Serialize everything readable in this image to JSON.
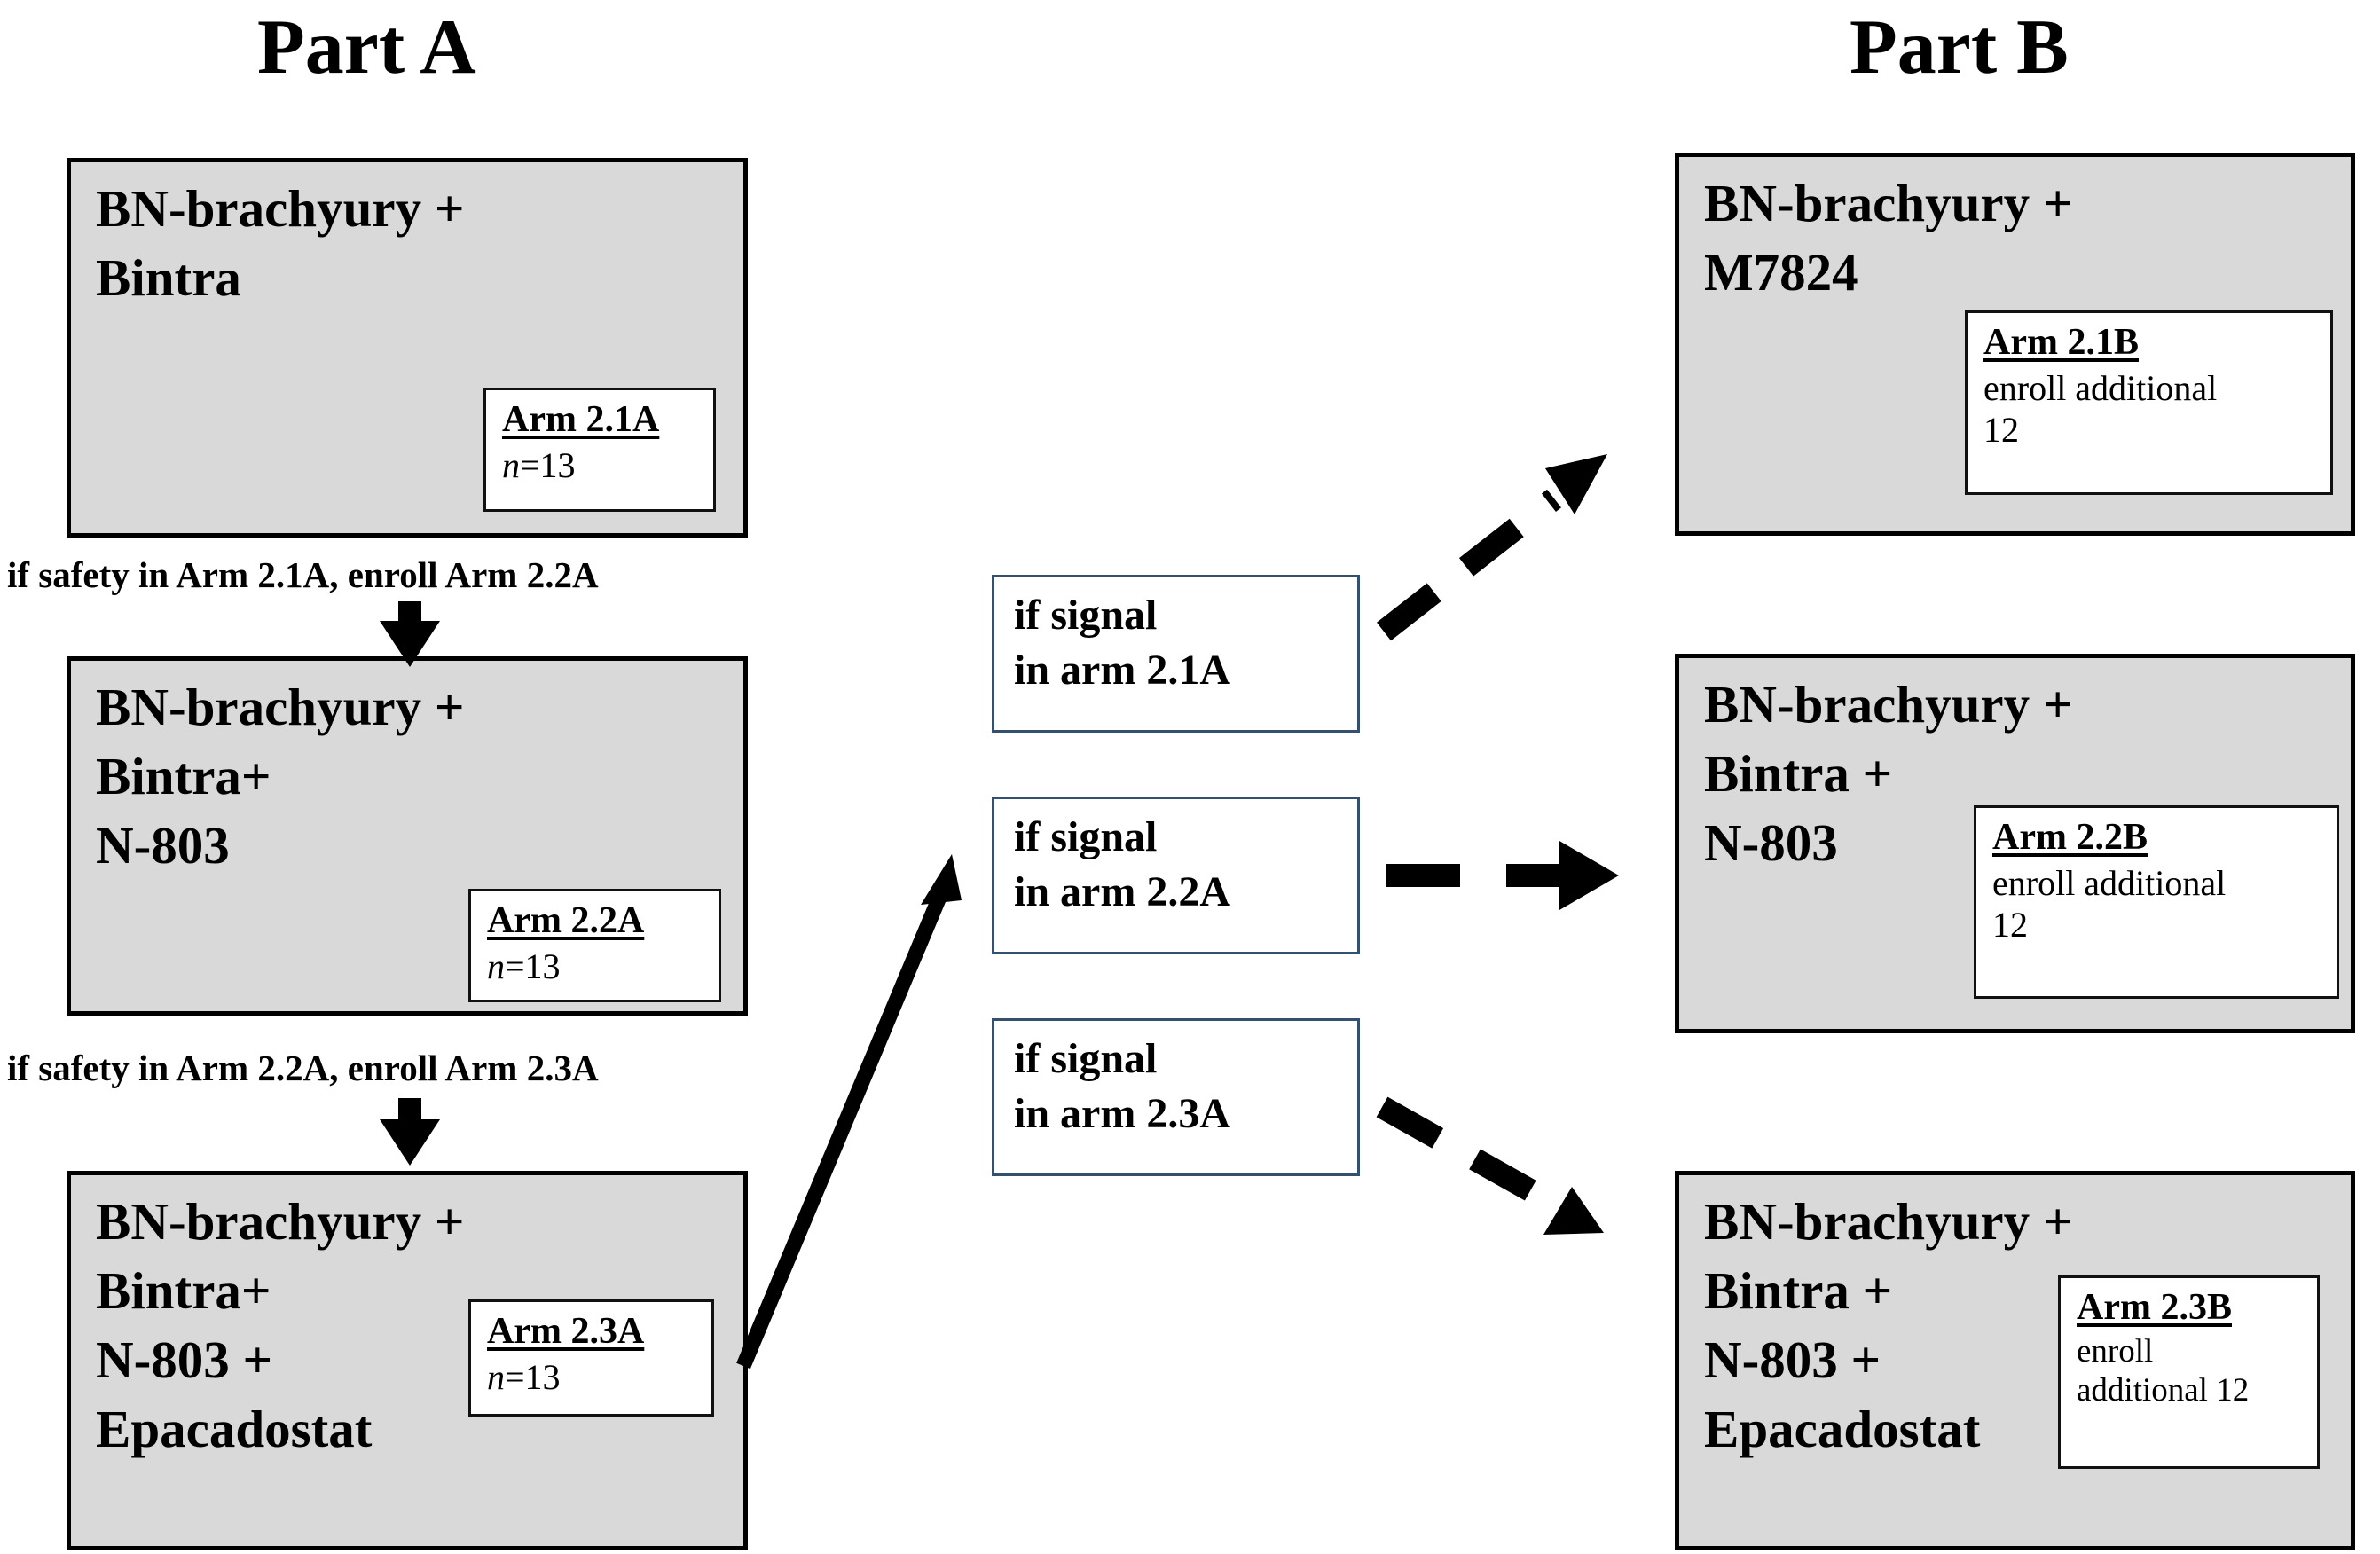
{
  "parts": {
    "a_title": "Part A",
    "b_title": "Part B"
  },
  "part_a": {
    "boxes": [
      {
        "treatment": "BN-brachyury +\nBintra",
        "arm_id": "Arm 2.1A",
        "arm_sub_prefix": "n",
        "arm_sub_rest": "=13"
      },
      {
        "treatment": "BN-brachyury +\nBintra+\nN-803",
        "arm_id": "Arm 2.2A",
        "arm_sub_prefix": "n",
        "arm_sub_rest": "=13"
      },
      {
        "treatment": "BN-brachyury +\nBintra+\nN-803 +\nEpacadostat",
        "arm_id": "Arm 2.3A",
        "arm_sub_prefix": "n",
        "arm_sub_rest": "=13"
      }
    ],
    "captions": [
      "if safety in Arm 2.1A, enroll Arm 2.2A",
      "if safety in Arm 2.2A, enroll Arm 2.3A"
    ]
  },
  "middle": {
    "signal_boxes": [
      "if signal\nin arm 2.1A",
      "if signal\nin arm 2.2A",
      "if signal\nin arm 2.3A"
    ]
  },
  "part_b": {
    "boxes": [
      {
        "treatment": "BN-brachyury +\nM7824",
        "arm_id": "Arm 2.1B",
        "arm_sub": "enroll additional\n12"
      },
      {
        "treatment": "BN-brachyury +\nBintra +\nN-803",
        "arm_id": "Arm 2.2B",
        "arm_sub": "enroll additional\n12"
      },
      {
        "treatment": "BN-brachyury +\nBintra +\nN-803 +\nEpacadostat",
        "arm_id": "Arm 2.3B",
        "arm_sub": "enroll\nadditional 12"
      }
    ]
  },
  "arrows": [
    {
      "name": "arrow-a1-to-a2",
      "style": "solid",
      "direction": "down"
    },
    {
      "name": "arrow-a2-to-a3",
      "style": "solid",
      "direction": "down"
    },
    {
      "name": "arrow-a3-to-signal-2",
      "style": "solid",
      "direction": "up-right"
    },
    {
      "name": "arrow-signal-1-to-b1",
      "style": "dashed",
      "direction": "up-right"
    },
    {
      "name": "arrow-signal-2-to-b2",
      "style": "dashed",
      "direction": "right"
    },
    {
      "name": "arrow-signal-3-to-b3",
      "style": "dashed",
      "direction": "down-right"
    }
  ],
  "colors": {
    "box_fill": "#d9d9d9",
    "box_border": "#000000",
    "signal_border": "#35506f",
    "label_fill": "#ffffff",
    "text": "#000000",
    "page_bg": "#ffffff"
  }
}
